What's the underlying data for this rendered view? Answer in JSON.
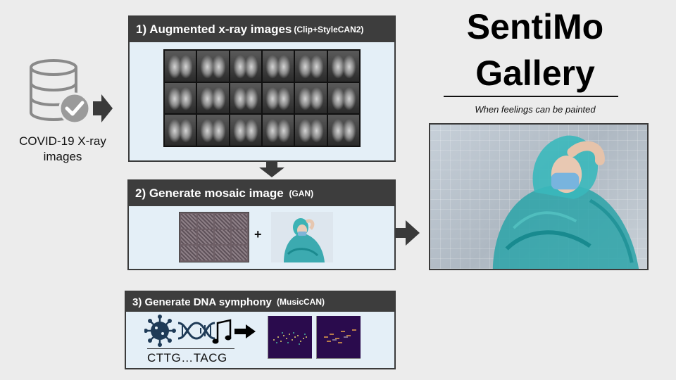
{
  "source": {
    "label": "COVID-19 X-ray images"
  },
  "steps": {
    "s1": {
      "title": "1) Augmented x-ray images",
      "subtitle": "(Clip+StyleCAN2)"
    },
    "s2": {
      "title": "2) Generate mosaic image ",
      "subtitle": "(GAN)"
    },
    "s3": {
      "title": "3) Generate DNA symphony ",
      "subtitle": "(MusicCAN)",
      "plus": "+",
      "sequence": "CTTG…TACG"
    }
  },
  "mosaic": {
    "plus": "+"
  },
  "brand": {
    "title_line1": "SentiMo",
    "title_line2": "Gallery",
    "tagline": "When feelings can be painted"
  },
  "colors": {
    "header_bg": "#3d3d3d",
    "panel_bg": "#e4eff7",
    "arrow": "#3a3a3a",
    "teal": "#2aa3a8",
    "dna_blue": "#1f3b57"
  },
  "icons": [
    "database-icon",
    "checkmark-icon",
    "virus-icon",
    "dna-helix-icon",
    "music-note-icon",
    "arrow-right-icon",
    "arrow-down-icon"
  ]
}
